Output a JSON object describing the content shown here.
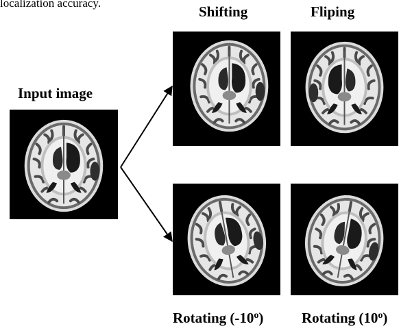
{
  "caption_fragment": "localization accuracy.",
  "labels": {
    "input": "Input image",
    "shifting": "Shifting",
    "fliping": "Fliping",
    "rot_neg_prefix": "Rotating (-10",
    "rot_neg_sup": "o",
    "rot_neg_suffix": ")",
    "rot_pos_prefix": "Rotating (10",
    "rot_pos_sup": "o",
    "rot_pos_suffix": ")"
  },
  "colors": {
    "background": "#000000",
    "tissue": "#e8e8e8",
    "dark_gray": "#5a5a5a",
    "ventricle": "#1a1a1a"
  },
  "images": [
    {
      "name": "input-brain-image",
      "transform": "none"
    },
    {
      "name": "shifted-brain-image",
      "transform": "shift"
    },
    {
      "name": "flipped-brain-image",
      "transform": "flip"
    },
    {
      "name": "rotated-neg10-brain-image",
      "transform": "rotate -10"
    },
    {
      "name": "rotated-pos10-brain-image",
      "transform": "rotate 10"
    }
  ]
}
